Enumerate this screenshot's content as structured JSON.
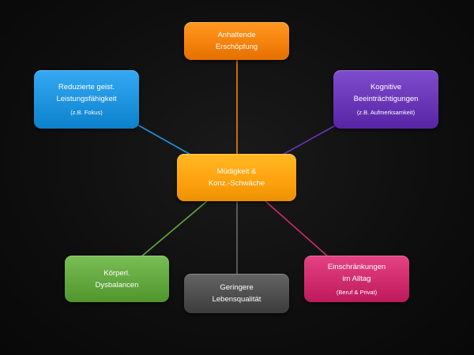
{
  "center": {
    "lines": [
      "Müdigkeit &",
      "Konz.-Schwäche"
    ],
    "color": "#ffa30e"
  },
  "nodes": {
    "top": {
      "lines": [
        "Anhaltende",
        "Erschöpfung"
      ],
      "sub": "",
      "color": "#f5820c"
    },
    "top_left": {
      "lines": [
        "Reduzierte geist.",
        "Leistungsfähigkeit"
      ],
      "sub": "(z.B. Fokus)",
      "color": "#1e93de"
    },
    "top_right": {
      "lines": [
        "Kognitive",
        "Beeinträchtigungen"
      ],
      "sub": "(z.B. Aufmerksamkeit)",
      "color": "#6a36b8"
    },
    "bottom_left": {
      "lines": [
        "Körperl.",
        "Dysbalancen"
      ],
      "sub": "",
      "color": "#62a83f"
    },
    "bottom": {
      "lines": [
        "Geringere",
        "Lebensqualität"
      ],
      "sub": "",
      "color": "#4e4e4e"
    },
    "bottom_right": {
      "lines": [
        "Einschränkungen",
        "im Alltag"
      ],
      "sub": "(Beruf & Privat)",
      "color": "#cf2c6e"
    }
  },
  "connector_colors": {
    "top": "#f5820c",
    "top_left": "#1e93de",
    "top_right": "#6a36b8",
    "bottom_left": "#62a83f",
    "bottom": "#6b6b6b",
    "bottom_right": "#cf2c6e"
  }
}
